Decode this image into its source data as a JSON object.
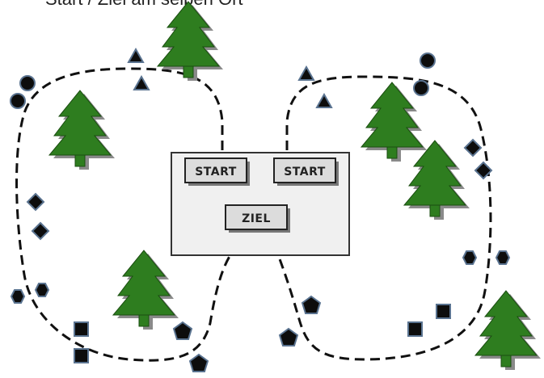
{
  "title": "Start / Ziel am selben Ort",
  "boxes": {
    "start_left": "START",
    "start_right": "START",
    "goal": "ZIEL"
  },
  "colors": {
    "tree": "#2e7d1f",
    "tree_shadow": "#8a8a8a",
    "marker": "#0d0d0d",
    "marker_outline": "#5a7390",
    "area_fill": "#f0f0f0",
    "label_fill": "#dcdcdc"
  },
  "icons": [
    "tree-icon",
    "circle-icon",
    "triangle-icon",
    "diamond-icon",
    "hexagon-icon",
    "square-icon",
    "pentagon-icon",
    "arrow-up-icon"
  ]
}
